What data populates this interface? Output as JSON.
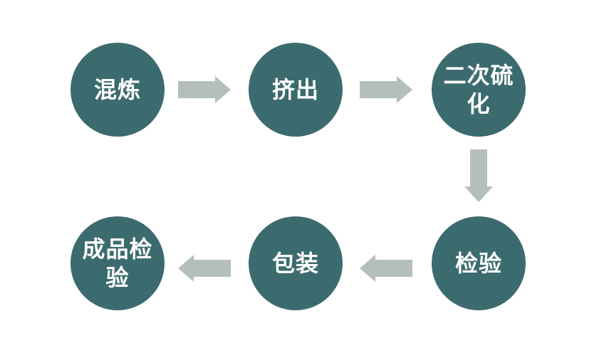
{
  "diagram": {
    "steps": [
      {
        "label": "混炼"
      },
      {
        "label": "挤出"
      },
      {
        "label": "二次硫化"
      },
      {
        "label": "检验"
      },
      {
        "label": "包装"
      },
      {
        "label": "成品检验"
      }
    ],
    "colors": {
      "node_fill": "#3b6b6e",
      "node_text": "#ffffff",
      "arrow_fill": "#b4bfbd"
    }
  }
}
